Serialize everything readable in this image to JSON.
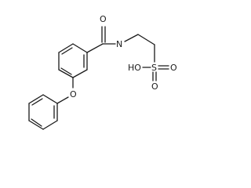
{
  "molecule": {
    "atom_labels": {
      "carbonyl_oxygen": "O",
      "amide_nitrogen": "N",
      "hydroxyl": "HO",
      "sulfur": "S",
      "sulfonyl_oxygen_right": "O",
      "sulfonyl_oxygen_bottom": "O",
      "ether_oxygen": "O"
    },
    "colors": {
      "bond": "#1a1a1a",
      "label": "#1a1a1a",
      "background": "#ffffff"
    }
  }
}
